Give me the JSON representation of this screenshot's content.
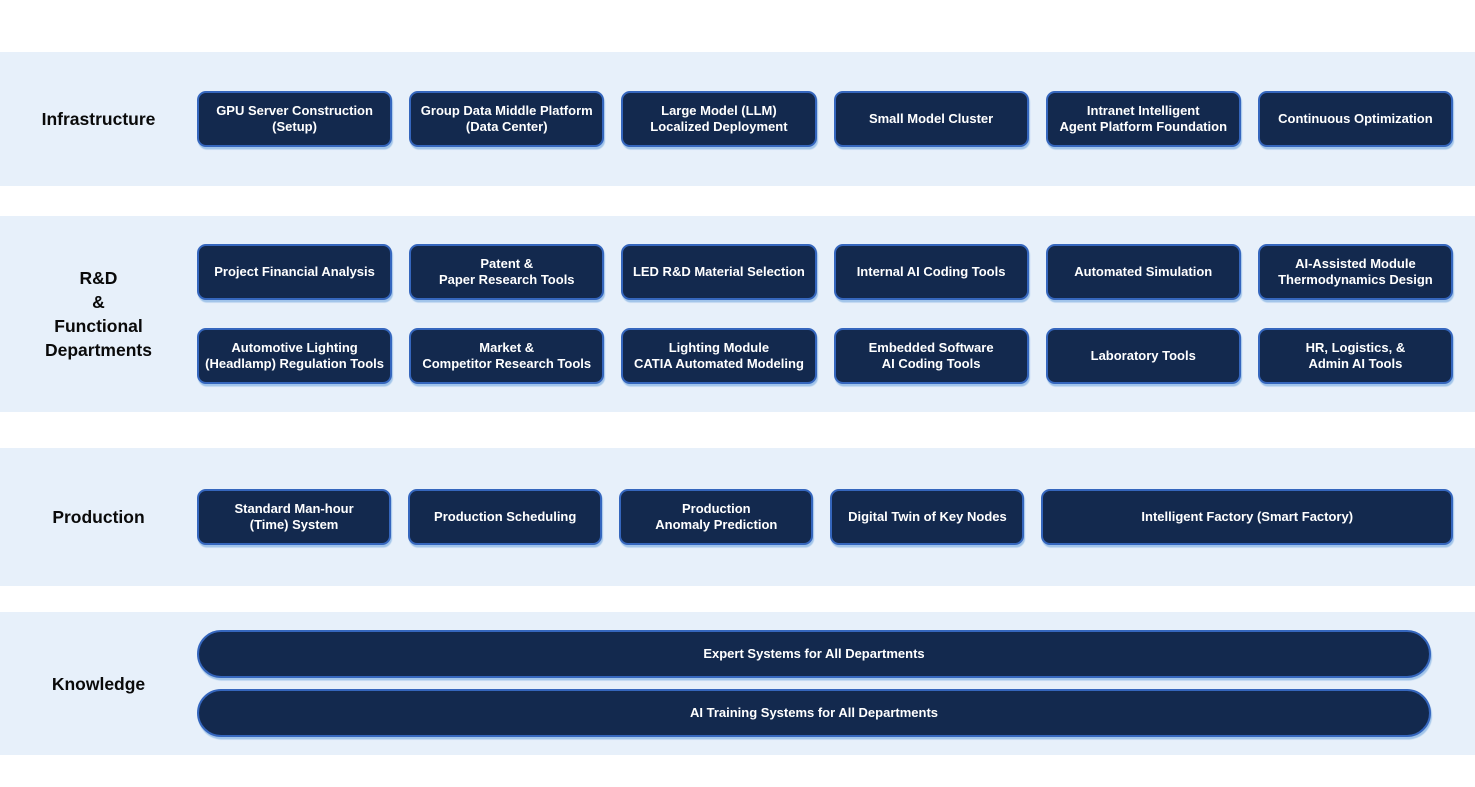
{
  "colors": {
    "page_background": "#ffffff",
    "band_background": "#e7f0fa",
    "box_fill": "#13294e",
    "box_border": "#3566bd",
    "box_text": "#ffffff",
    "label_text": "#0a0a0a"
  },
  "bands": [
    {
      "name": "infrastructure",
      "label": "Infrastructure",
      "rows": [
        [
          "GPU Server Construction\n(Setup)",
          "Group Data Middle Platform\n(Data Center)",
          "Large Model (LLM)\nLocalized Deployment",
          "Small Model Cluster",
          "Intranet Intelligent\nAgent Platform Foundation",
          "Continuous Optimization"
        ]
      ]
    },
    {
      "name": "rd-functional-departments",
      "label": "R&D\n&\nFunctional\nDepartments",
      "rows": [
        [
          "Project Financial Analysis",
          "Patent &\nPaper Research Tools",
          "LED R&D Material Selection",
          "Internal AI Coding Tools",
          "Automated Simulation",
          "AI-Assisted Module\nThermodynamics Design"
        ],
        [
          "Automotive Lighting\n(Headlamp) Regulation Tools",
          "Market &\nCompetitor Research Tools",
          "Lighting Module\nCATIA Automated Modeling",
          "Embedded Software\nAI Coding Tools",
          "Laboratory Tools",
          "HR, Logistics, &\nAdmin AI Tools"
        ]
      ]
    },
    {
      "name": "production",
      "label": "Production",
      "rows": [
        [
          "Standard Man-hour\n(Time) System",
          "Production Scheduling",
          "Production\nAnomaly Prediction",
          "Digital Twin of Key Nodes",
          "Intelligent Factory (Smart Factory)"
        ]
      ]
    },
    {
      "name": "knowledge",
      "label": "Knowledge",
      "rows": [
        [
          "Expert Systems for All Departments"
        ],
        [
          "AI Training Systems for All Departments"
        ]
      ]
    }
  ]
}
